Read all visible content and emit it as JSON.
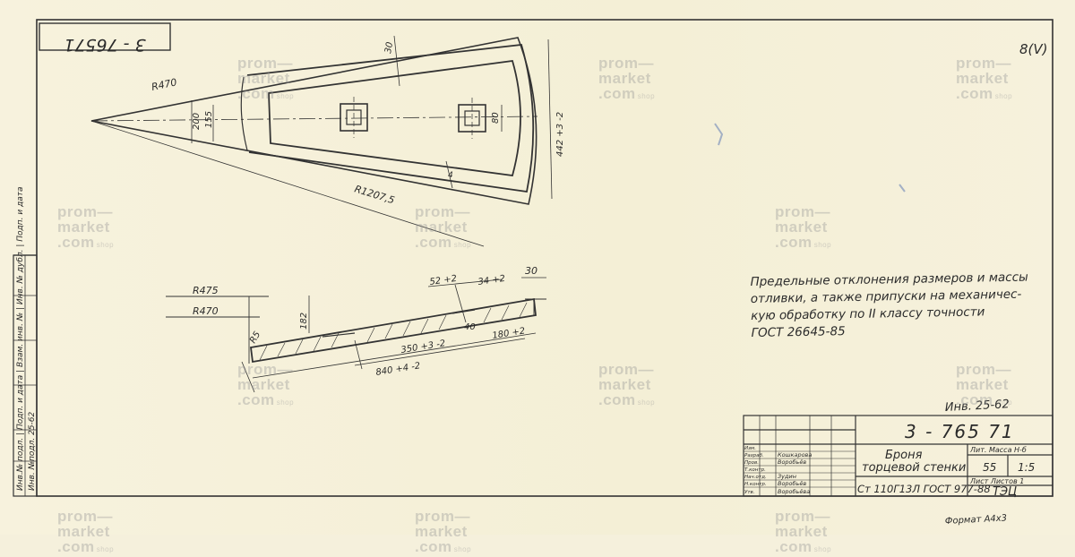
{
  "drawing": {
    "number_top": "3 - 76571",
    "corner_mark": "8(V)",
    "inventory": "Инв. 25-62",
    "format": "Формат А4х3",
    "number_block": "3 - 765 71",
    "title_line1": "Броня",
    "title_line2": "торцевой стенки",
    "material": "Ст 110Г13Л ГОСТ 977-88",
    "mass": "55",
    "scale": "1:5",
    "org": "ТЭЦ",
    "sheet_info": "Лист  Листов 1",
    "lit_header": "Лит. Масса Н-б",
    "side_stamp": "Инв.№ подл. | Подп. и дата | Взам. инв. № | Инв. № дубл. | Подп. и дата",
    "side_inv": "Инв. №подл. 25-62"
  },
  "note": {
    "lines": [
      "Предельные отклонения размеров и массы",
      "отливки, а также припуски на механичес-",
      "кую обработку по II классу точности",
      "ГОСТ 26645-85"
    ]
  },
  "dimensions": {
    "r470_top": "R470",
    "r1207": "R1207,5",
    "d200": "200",
    "d155": "155",
    "d30a": "30",
    "d442": "442 +3 -2",
    "d80": "80",
    "d4a": "4",
    "r475": "R475",
    "r470_sec": "R470",
    "r5": "R5",
    "d182": "182",
    "d52": "52 +2",
    "d34": "34 +2",
    "d30b": "30",
    "d40": "40",
    "d350": "350 +3 -2",
    "d180": "180 +2",
    "d840": "840 +4 -2"
  },
  "title_block": {
    "rows": [
      "Изм.",
      "Разраб.",
      "Пров.",
      "Т.контр.",
      "Нач.отд.",
      "Н.контр.",
      "Утв."
    ],
    "names": [
      "Кошкарова",
      "Воробьёв",
      "Зудин",
      "Воробьёв",
      "Воробьёва"
    ]
  },
  "watermark": {
    "l1": "prom—",
    "l2": "market",
    "l3": ".com",
    "tag": "shop"
  }
}
